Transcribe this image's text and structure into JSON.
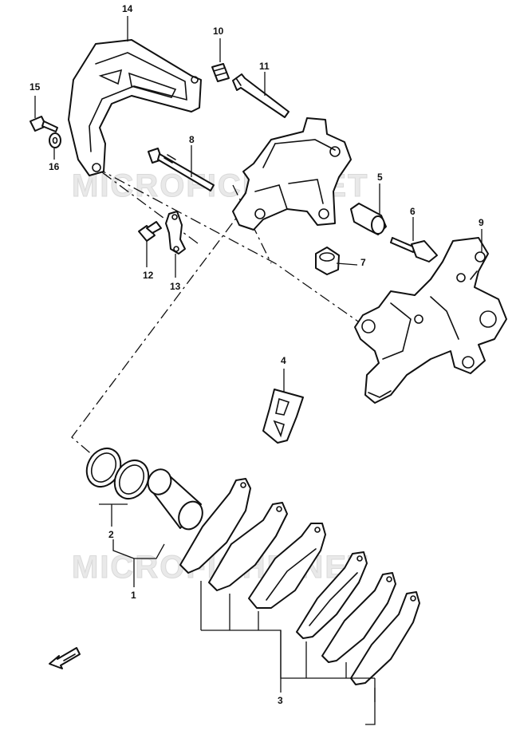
{
  "watermark": "MICROFICHE.NET",
  "callouts": [
    "14",
    "10",
    "11",
    "15",
    "16",
    "8",
    "5",
    "6",
    "9",
    "12",
    "13",
    "7",
    "4",
    "2",
    "1",
    "3"
  ]
}
